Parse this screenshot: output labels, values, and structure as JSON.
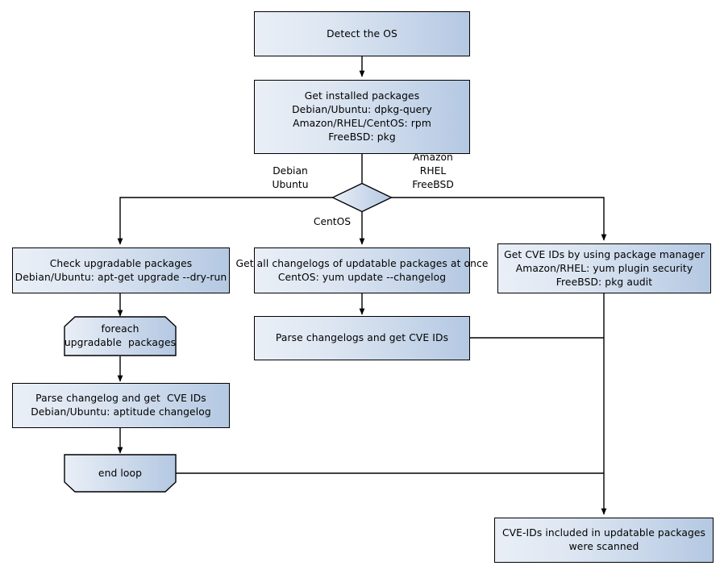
{
  "diagram": {
    "title": "Vulnerability scanning flow by OS",
    "palette": {
      "node_fill_light": "#eaeff7",
      "node_fill_dark": "#b4c8e2",
      "stroke": "#000000",
      "background": "#ffffff"
    },
    "nodes": {
      "detect_os": {
        "label": "Detect the OS",
        "shape": "process"
      },
      "get_installed_packages": {
        "label": "Get installed packages\nDebian/Ubuntu: dpkg-query\nAmazon/RHEL/CentOS: rpm\nFreeBSD: pkg",
        "shape": "process"
      },
      "os_decision": {
        "label": "",
        "shape": "decision"
      },
      "check_upgradable": {
        "label": "Check upgradable packages\nDebian/Ubuntu: apt-get upgrade --dry-run",
        "shape": "process"
      },
      "get_all_changelogs": {
        "label": "Get all changelogs of updatable packages at once\nCentOS: yum update --changelog",
        "shape": "process"
      },
      "get_cve_ids_pkgmgr": {
        "label": "Get CVE IDs by using package manager\nAmazon/RHEL: yum plugin security\nFreeBSD: pkg audit",
        "shape": "process"
      },
      "foreach_loop": {
        "label": "foreach\nupgradable  packages",
        "shape": "loop-start"
      },
      "parse_changelog_single": {
        "label": "Parse changelog and get  CVE IDs\nDebian/Ubuntu: aptitude changelog",
        "shape": "process"
      },
      "end_loop": {
        "label": "end loop",
        "shape": "loop-end"
      },
      "parse_changelogs_cve": {
        "label": "Parse changelogs and get CVE IDs",
        "shape": "process"
      },
      "result": {
        "label": "CVE-IDs included in updatable packages\nwere scanned",
        "shape": "process"
      }
    },
    "edge_labels": {
      "left_branch": "Debian\nUbuntu",
      "right_branch": "Amazon\nRHEL\nFreeBSD",
      "center_branch": "CentOS"
    }
  }
}
